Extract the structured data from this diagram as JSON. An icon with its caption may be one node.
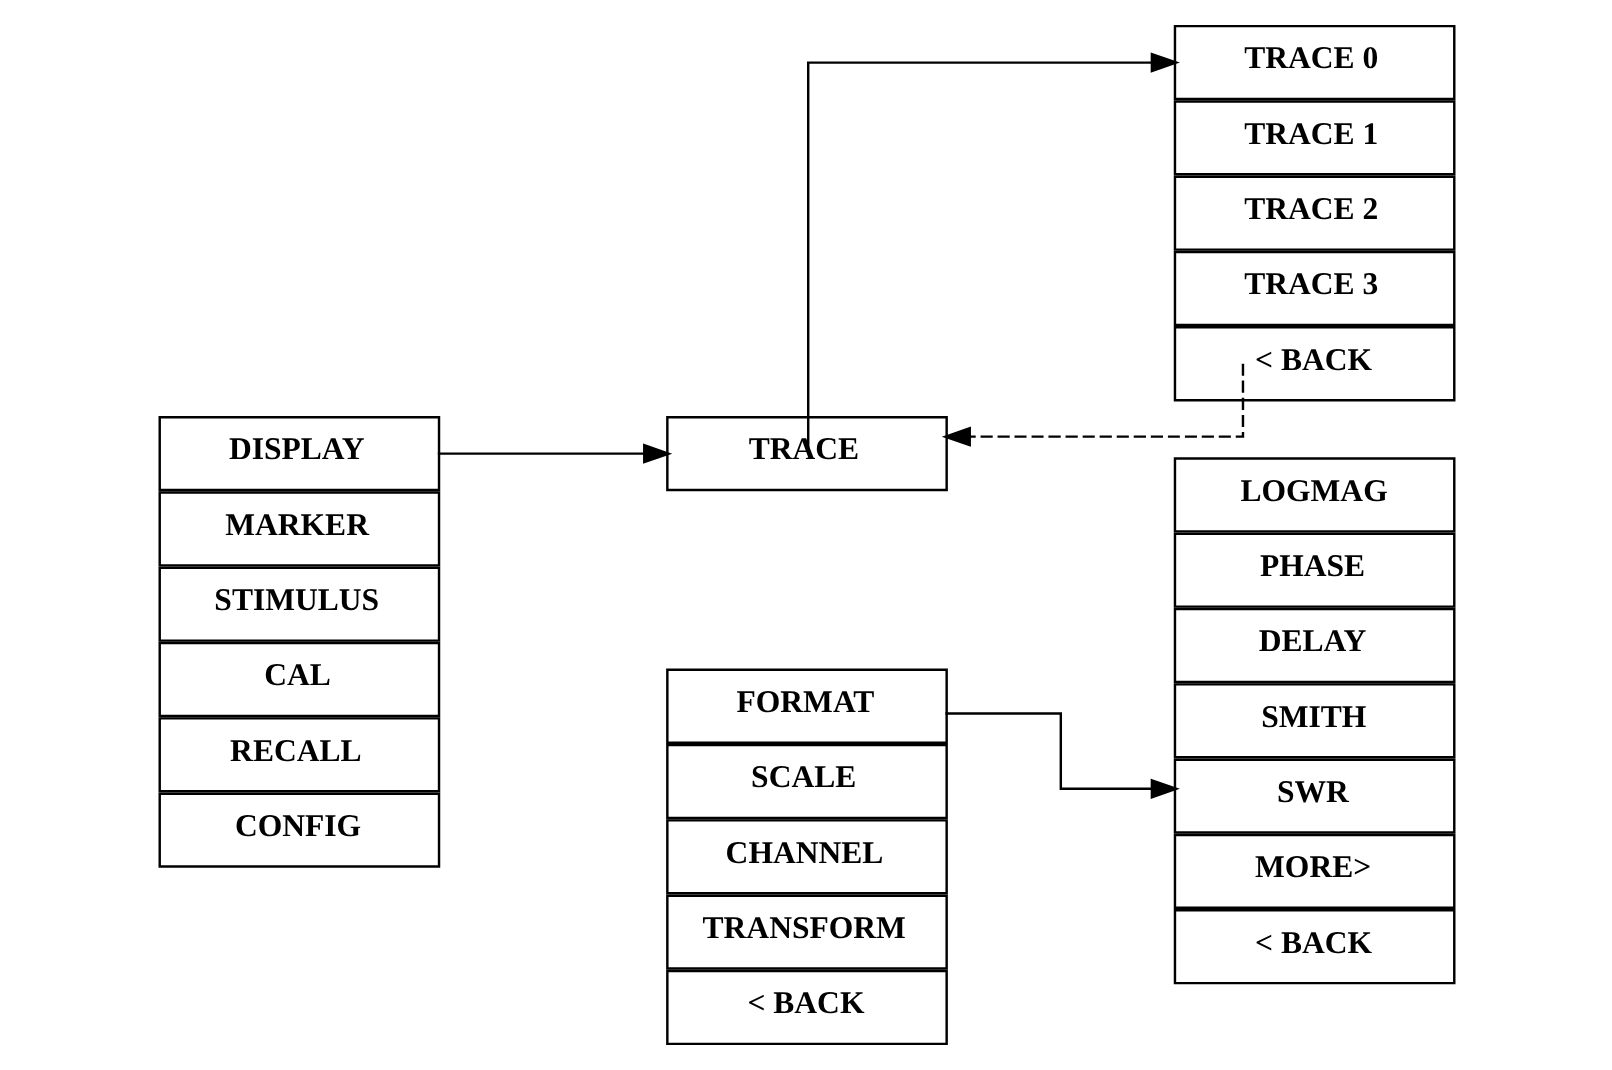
{
  "diagram": {
    "nodes": [
      {
        "text": [
          "DISPLAY"
        ]
      },
      {
        "text": [
          "MARKER"
        ]
      },
      {
        "text": [
          "STIMULUS"
        ]
      },
      {
        "text": [
          "CAL"
        ]
      },
      {
        "text": [
          "RECALL"
        ]
      },
      {
        "text": [
          "CONFIG"
        ]
      },
      {
        "text": [
          "TRACE"
        ]
      },
      {
        "text": [
          "FORMAT"
        ]
      },
      {
        "text": [
          "SCALE"
        ]
      },
      {
        "text": [
          "CHANNEL"
        ]
      },
      {
        "text": [
          "TRANSFORM"
        ]
      },
      {
        "text": [
          "< BACK"
        ]
      },
      {
        "text": [
          "TRACE 0"
        ]
      },
      {
        "text": [
          "TRACE 1"
        ]
      },
      {
        "text": [
          "TRACE 2"
        ]
      },
      {
        "text": [
          "TRACE 3"
        ]
      },
      {
        "text": [
          "< BACK"
        ]
      },
      {
        "text": [
          "LOGMAG"
        ]
      },
      {
        "text": [
          "PHASE"
        ]
      },
      {
        "text": [
          "DELAY"
        ]
      },
      {
        "text": [
          "SMITH"
        ]
      },
      {
        "text": [
          "SWR"
        ]
      },
      {
        "text": [
          "MORE>"
        ]
      },
      {
        "text": [
          "< BACK"
        ]
      }
    ],
    "edges": [
      {
        "from": 0,
        "to": 6,
        "arrow": "to"
      },
      {
        "from": 6,
        "to": 12,
        "arrow": "to"
      },
      {
        "from": 16,
        "to": 6,
        "arrow": "to",
        "style": "dashed"
      },
      {
        "from": 7,
        "to": 21,
        "arrow": "to"
      }
    ]
  }
}
